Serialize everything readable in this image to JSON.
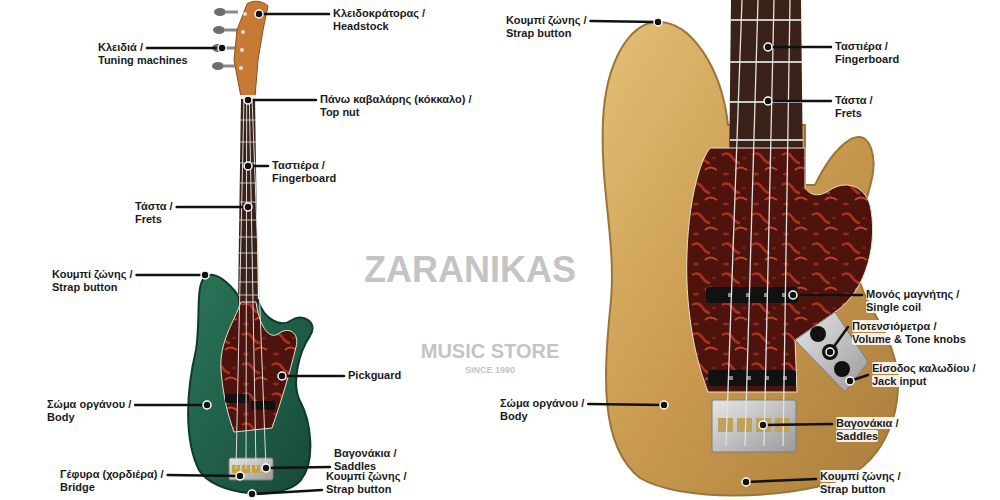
{
  "diagram": {
    "labels": [
      "Κλειδοκράτορας / Headstock",
      "Κλειδιά / Tuning machines",
      "Πάνω καβαλάρης (κόκκαλο) / Top nut",
      "Ταστιέρα / Fingerboard",
      "Τάστα / Frets",
      "Κουμπί ζώνης / Strap button",
      "Pickguard",
      "Σώμα οργάνου / Body",
      "Βαγονάκια / Saddles",
      "Γέφυρα (χορδιέρα) / Bridge",
      "Κουμπί ζώνης / Strap button",
      "Κουμπί ζώνης / Strap button",
      "Ταστιέρα / Fingerboard",
      "Τάστα / Frets",
      "Μονός μαγνήτης / Single coil",
      "Ποτενσιόμετρα / Volume & Tone knobs",
      "Είσοδος καλωδίου / Jack input",
      "Σώμα οργάνου / Body",
      "Βαγονάκια / Saddles",
      "Κουμπί ζώνης / Strap button",
      "ZARANIKAS",
      "MUSIC STORE",
      "SINCE 1990"
    ]
  }
}
